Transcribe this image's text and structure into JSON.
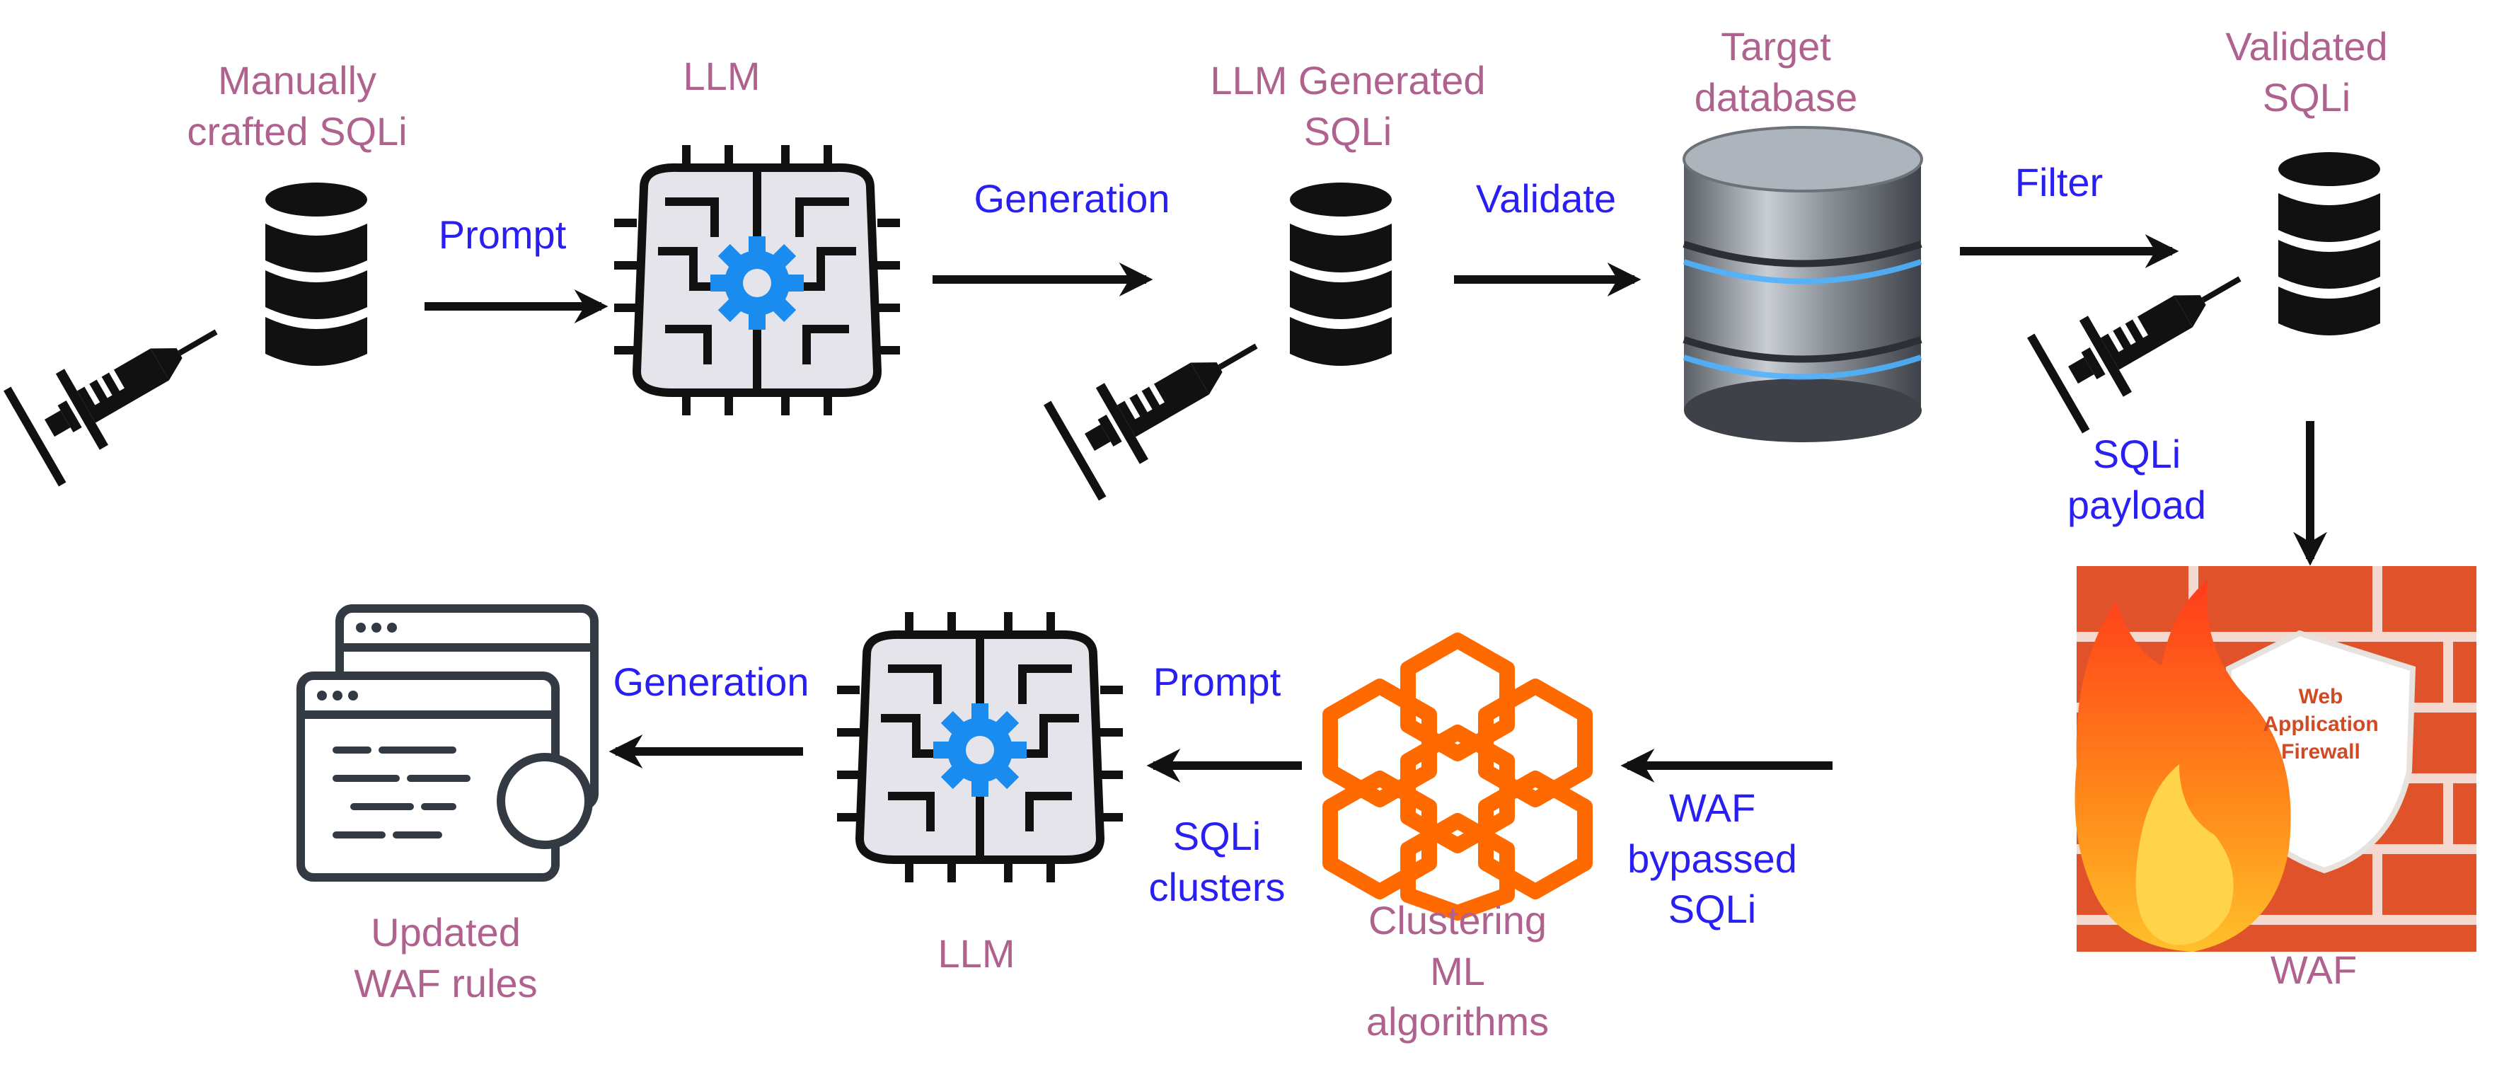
{
  "nodes": {
    "manual_sqli": "Manually\ncrafted SQLi",
    "llm_top": "LLM",
    "llm_generated": "LLM Generated\nSQLi",
    "target_db": "Target\ndatabase",
    "validated": "Validated\nSQLi",
    "waf": "WAF",
    "clustering": "Clustering\nML\nalgorithms",
    "llm_bottom": "LLM",
    "updated_rules": "Updated\nWAF rules"
  },
  "edges": {
    "prompt_top": "Prompt",
    "generation_top": "Generation",
    "validate": "Validate",
    "filter": "Filter",
    "sqli_payload": "SQLi\npayload",
    "waf_bypassed": "WAF\nbypassed\nSQLi",
    "prompt_bottom": "Prompt",
    "sqli_clusters": "SQLi\nclusters",
    "generation_bottom": "Generation"
  },
  "waf_shield": "Web\nApplication\nFirewall",
  "colors": {
    "node_label": "#b0628f",
    "edge_label": "#2a1ff2",
    "brick": "#e0522a",
    "clustering": "#ff6a00",
    "gear": "#1a8cf0"
  },
  "icons": [
    "database-syringe-icon",
    "brain-chip-icon",
    "server-database-icon",
    "firewall-icon",
    "hexagon-cluster-icon",
    "browser-windows-icon"
  ]
}
